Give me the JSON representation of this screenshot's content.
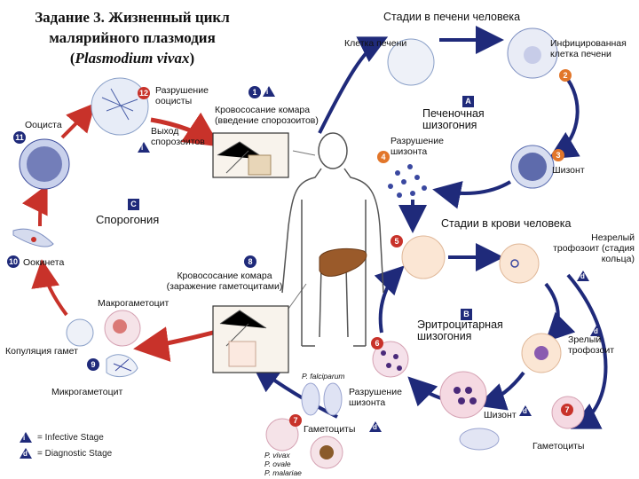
{
  "title": {
    "line1": "Задание 3. Жизненный цикл",
    "line2": "малярийного плазмодия",
    "open": "(",
    "sci": "Plasmodium vivax",
    "close": ")"
  },
  "headers": {
    "liver": "Стадии в печени человека",
    "blood": "Стадии в крови человека",
    "sporogony": "Спорогония",
    "liver_schizogony": "Печеночная шизогония",
    "erythro_schizogony": "Эритроцитарная шизогония"
  },
  "labels": {
    "liver_cell": "Клетка печени",
    "infected_liver_cell": "Инфицированная клетка печени",
    "schizont": "Шизонт",
    "schizont_rupture_liver": "Разрушение шизонта",
    "immature_trophozoite": "Незрелый трофозоит (стадия кольца)",
    "mature_trophozoite": "Зрелый трофозоит",
    "schizont_blood": "Шизонт",
    "schizont_rupture_blood": "Разрушение шизонта",
    "gametocytes_bottom": "Гаметоциты",
    "gametocytes": "Гаметоциты",
    "mosquito_feed_1": "Кровососание комара (введение спорозоитов)",
    "mosquito_feed_2": "Кровососание комара (заражение гаметоцитами)",
    "sporozoite_release": "Выход спорозоитов",
    "oocyst_rupture": "Разрушение ооцисты",
    "oocyst": "Ооциста",
    "ookinete": "Оокинета",
    "gamete_fusion": "Копуляция гамет",
    "macrogametocyte": "Макрогаметоцит",
    "microgametocyte": "Микрогаметоцит",
    "p_falciparum": "P. falciparum",
    "p_vivax": "P. vivax",
    "p_ovale": "P. ovale",
    "p_malariae": "P. malariae"
  },
  "step_numbers": [
    "1",
    "2",
    "3",
    "4",
    "5",
    "6",
    "7",
    "8",
    "9",
    "10",
    "11",
    "12"
  ],
  "letters": {
    "A": "A",
    "B": "B",
    "C": "C",
    "d": "d",
    "i": "i"
  },
  "legend": {
    "infective": "= Infective Stage",
    "diagnostic": "= Diagnostic Stage"
  },
  "colors": {
    "human_cycle_arrow": "#1f2a7a",
    "mosquito_cycle_arrow": "#c8322a",
    "marker_red": "#c8322a",
    "marker_navy": "#1f2a7a",
    "marker_orange": "#e2762a",
    "liver_organ": "#9a5a2a"
  }
}
